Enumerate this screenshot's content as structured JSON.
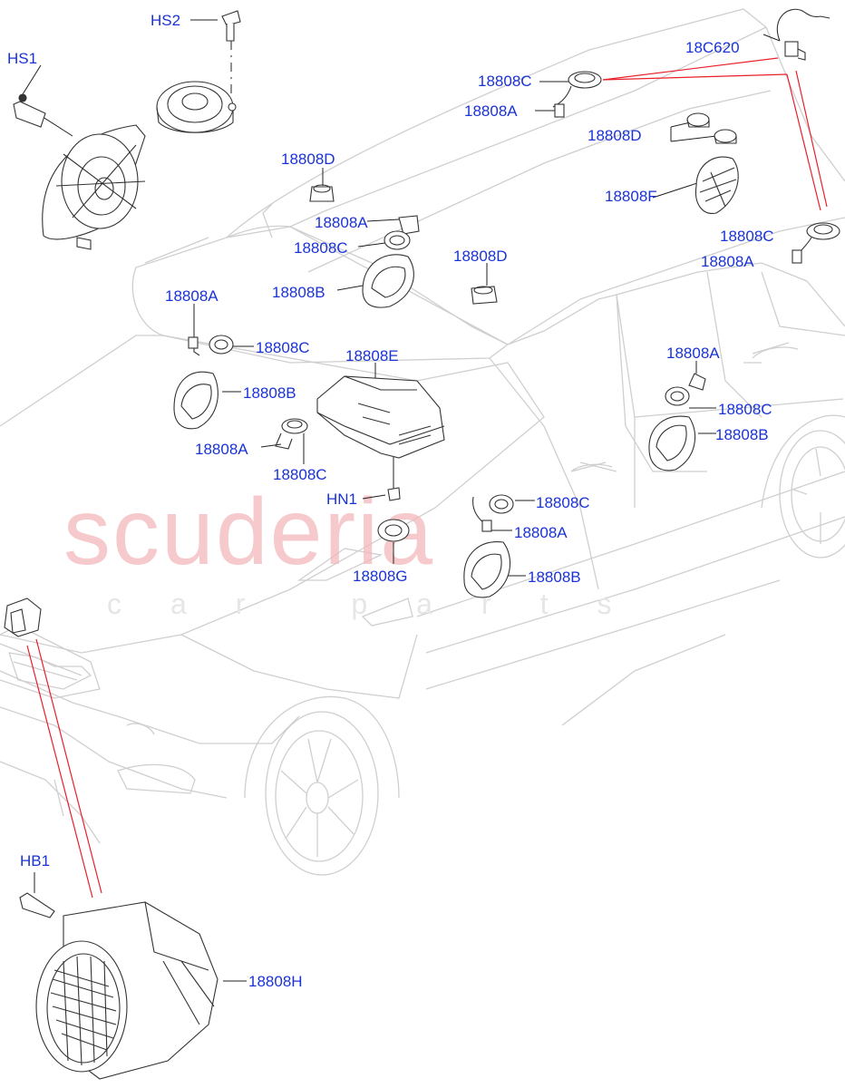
{
  "watermark": {
    "brand": "scuderia",
    "tagline": "car parts"
  },
  "callouts": {
    "hs1": "HS1",
    "hs2": "HS2",
    "c18c620": "18C620",
    "hb1": "HB1",
    "hn1": "HN1",
    "h18808e": "18808E",
    "h18808f": "18808F",
    "h18808g": "18808G",
    "h18808h": "18808H",
    "a18808a": "18808A",
    "b18808b": "18808B",
    "c18808c": "18808C",
    "d18808d": "18808D"
  },
  "colors": {
    "callout": "#1a33d6",
    "leader_red": "#e8202a",
    "line_art": "#c8c8c8",
    "watermark": "#f4b8bc"
  }
}
